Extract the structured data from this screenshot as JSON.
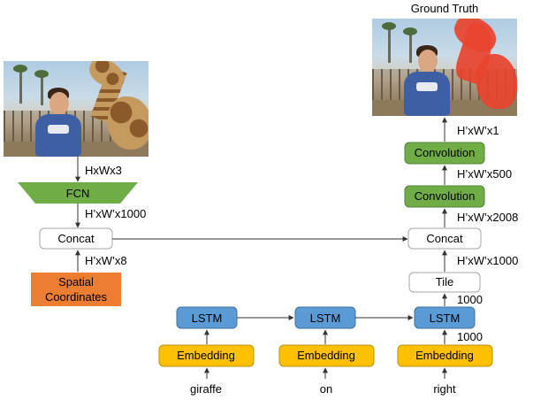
{
  "labels": {
    "ground_truth": "Ground Truth",
    "fcn": "FCN",
    "concat_left": "Concat",
    "concat_right": "Concat",
    "spatial_line1": "Spatial",
    "spatial_line2": "Coordinates",
    "tile": "Tile",
    "conv_top": "Convolution",
    "conv_bottom": "Convolution",
    "lstm1": "LSTM",
    "lstm2": "LSTM",
    "lstm3": "LSTM",
    "emb1": "Embedding",
    "emb2": "Embedding",
    "emb3": "Embedding",
    "word1": "giraffe",
    "word2": "on",
    "word3": "right"
  },
  "dims": {
    "input": "HxWx3",
    "fcn_out": "H’xW’x1000",
    "spatial_out": "H’xW’x8",
    "gt_in": "H’xW’x1",
    "conv_mid": "H’xW’x500",
    "concat_out": "H’xW’x2008",
    "tile_out": "H’xW’x1000",
    "lstm_to_tile": "1000",
    "emb_to_lstm": "1000"
  },
  "colors": {
    "fcn": "#70ad47",
    "convolution": "#70ad47",
    "spatial": "#ed7d31",
    "lstm": "#5b9bd5",
    "embedding": "#ffc000",
    "mask": "#e8432e",
    "box_border_white": "#a6a6a6",
    "line": "#333333"
  }
}
